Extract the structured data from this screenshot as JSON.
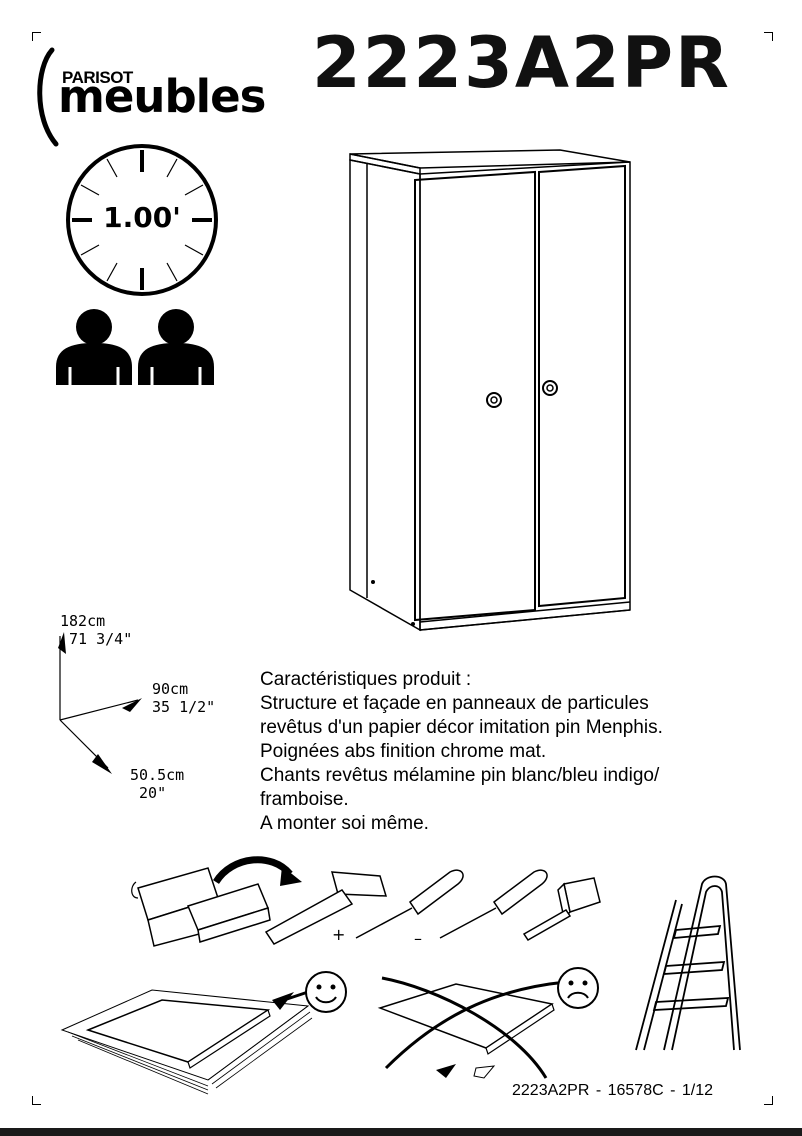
{
  "brand": {
    "name_top": "PARISOT",
    "name_bottom": "meubles"
  },
  "model": "2223A2PR",
  "assembly_time": "1.00'",
  "dimensions": {
    "height": "182cm\n 71 3/4\"",
    "width": "90cm\n35 1/2\"",
    "depth": "50.5cm\n 20\""
  },
  "description": {
    "heading": "Caractéristiques produit :",
    "lines": [
      "Structure et façade en panneaux de particules",
      "revêtus d'un papier décor imitation pin Menphis.",
      "Poignées abs finition chrome mat.",
      "Chants revêtus mélamine pin blanc/bleu indigo/",
      "framboise.",
      "A monter soi même."
    ]
  },
  "tools": {
    "plus_label": "+",
    "minus_label": "–"
  },
  "footer": "2223A2PR - 16578C - 1/12",
  "icons": [
    "clock-icon",
    "person-icon",
    "person-icon",
    "wardrobe-drawing",
    "toolbox-icon",
    "hammer-icon",
    "screwdriver-icon",
    "tape-measure-icon",
    "stepladder-icon",
    "smiley-happy-icon",
    "smiley-sad-icon",
    "cross-icon"
  ]
}
